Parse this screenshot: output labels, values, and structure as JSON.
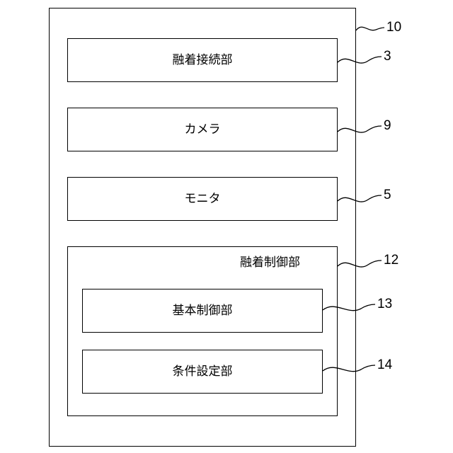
{
  "device": {
    "ref": "10",
    "components": [
      {
        "label": "融着接続部",
        "ref": "3"
      },
      {
        "label": "カメラ",
        "ref": "9"
      },
      {
        "label": "モニタ",
        "ref": "5"
      }
    ],
    "controller": {
      "label": "融着制御部",
      "ref": "12",
      "units": [
        {
          "label": "基本制御部",
          "ref": "13"
        },
        {
          "label": "条件設定部",
          "ref": "14"
        }
      ]
    }
  }
}
